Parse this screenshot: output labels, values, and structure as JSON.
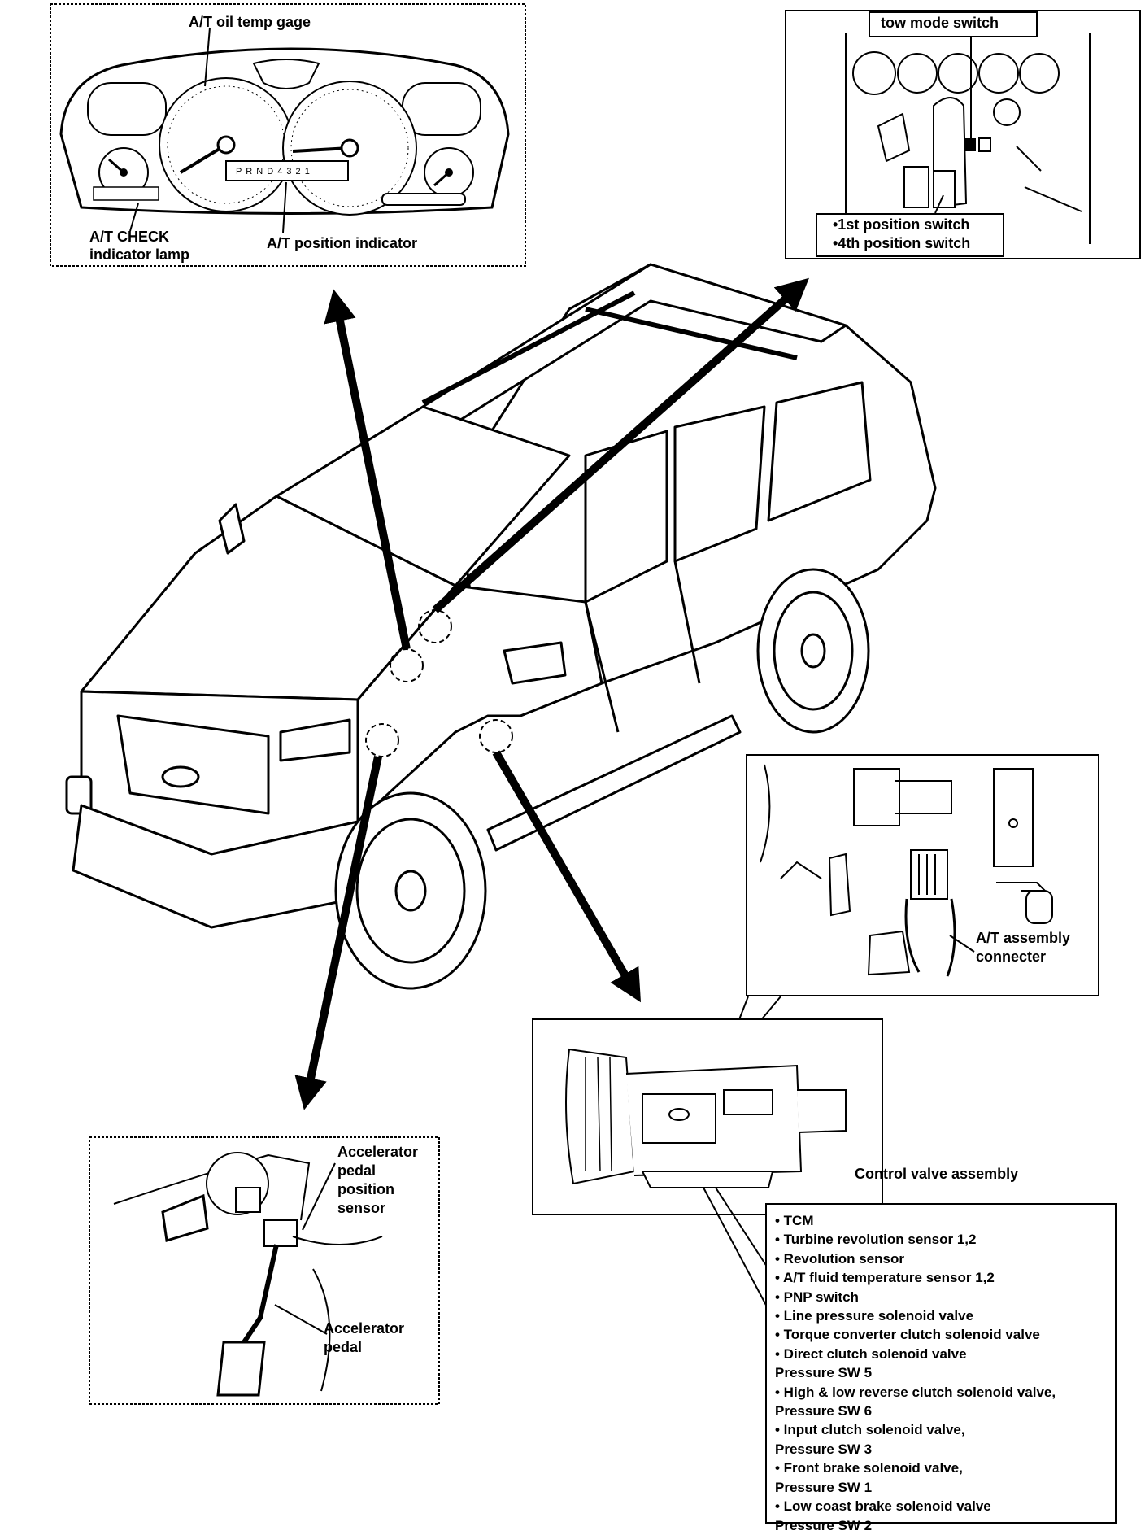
{
  "labels": {
    "oil_temp_gage": "A/T oil temp gage",
    "check_lamp_1": "A/T CHECK",
    "check_lamp_2": "indicator lamp",
    "position_indicator": "A/T position indicator",
    "prnd": "P R N D 4 3 2 1",
    "tow_mode_switch": "tow mode switch",
    "first_position_switch": "•1st position switch",
    "fourth_position_switch": "•4th position switch",
    "at_assembly_connecter_1": "A/T assembly",
    "at_assembly_connecter_2": "connecter",
    "control_valve_assembly": "Control valve assembly",
    "accel_sensor_1": "Accelerator",
    "accel_sensor_2": "pedal",
    "accel_sensor_3": "position",
    "accel_sensor_4": "sensor",
    "accel_pedal_1": "Accelerator",
    "accel_pedal_2": "pedal"
  },
  "control_valve_components": [
    "• TCM",
    "• Turbine revolution sensor 1,2",
    "• Revolution sensor",
    "• A/T fluid temperature sensor 1,2",
    "• PNP switch",
    "• Line pressure solenoid valve",
    "• Torque converter clutch solenoid valve",
    "• Direct clutch solenoid valve",
    "   Pressure SW 5",
    "• High & low reverse clutch solenoid valve,",
    "   Pressure SW 6",
    "• Input clutch solenoid valve,",
    "   Pressure SW 3",
    "• Front brake solenoid valve,",
    "   Pressure SW 1",
    "• Low coast brake solenoid valve",
    "   Pressure SW 2"
  ]
}
